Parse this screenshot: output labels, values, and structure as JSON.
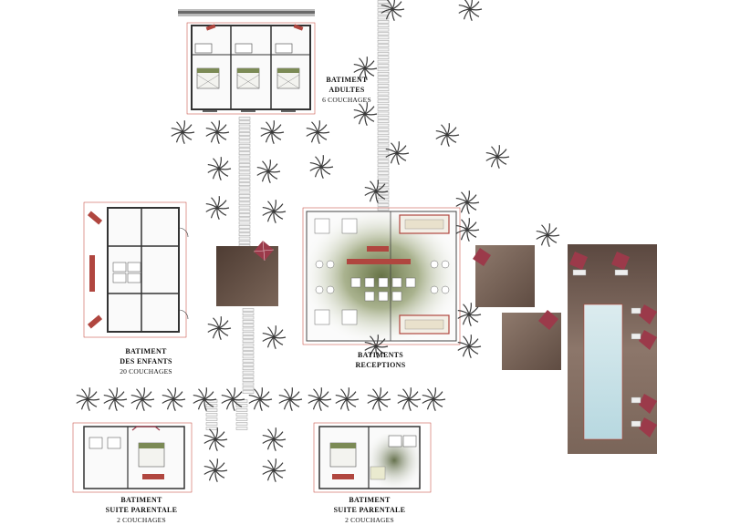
{
  "labels": {
    "adultes": {
      "line1": "BATIMENT",
      "line2": "ADULTES",
      "line3": "6 COUCHAGES"
    },
    "enfants": {
      "line1": "BATIMENT",
      "line2": "DES ENFANTS",
      "line3": "20 COUCHAGES"
    },
    "receptions": {
      "line1": "BATIMENTS",
      "line2": "RECEPTIONS"
    },
    "suite_left": {
      "line1": "BATIMENT",
      "line2": "SUITE PARENTALE",
      "line3": "2 COUCHAGES"
    },
    "suite_right": {
      "line1": "BATIMENT",
      "line2": "SUITE PARENTALE",
      "line3": "2 COUCHAGES"
    }
  },
  "colors": {
    "wall": "#333333",
    "dimension_line": "#c0392b",
    "terrace_brown": "#6e5a4e",
    "terrace_light": "#8a7468",
    "pool_water": "#cfe6ec",
    "parasol": "#9b3a4a",
    "reception_glow": "#6f7d4e",
    "sofa": "#b0463f"
  },
  "icons": [
    "palm-tree-icon",
    "parasol-icon",
    "bed-icon",
    "sofa-icon",
    "table-set-icon",
    "stepping-stone-icon"
  ]
}
